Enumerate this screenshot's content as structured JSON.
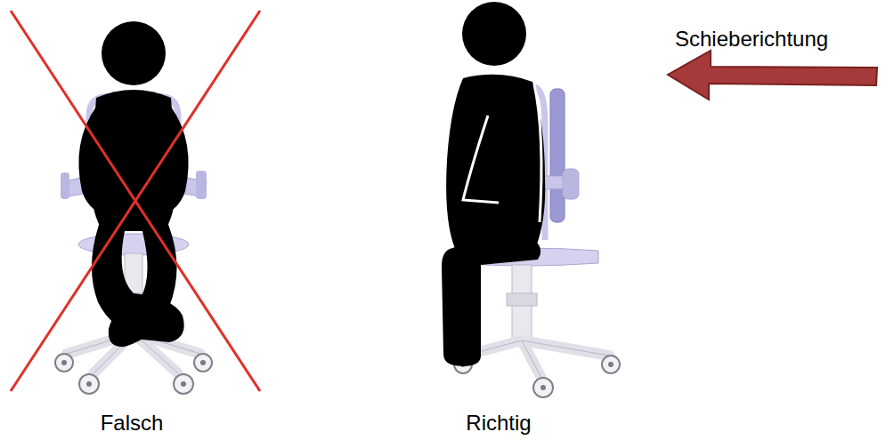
{
  "diagram": {
    "labels": [
      "Falsch",
      "Richtig",
      "Schieberichtung"
    ]
  }
}
